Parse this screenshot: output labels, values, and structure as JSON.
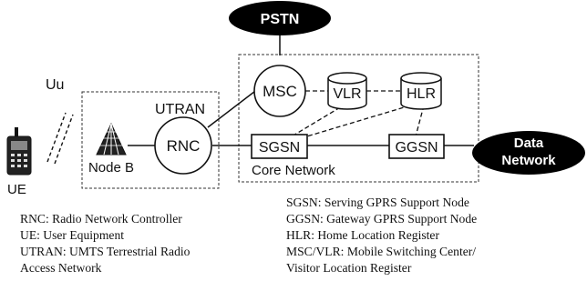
{
  "nodes": {
    "pstn": "PSTN",
    "msc": "MSC",
    "vlr": "VLR",
    "hlr": "HLR",
    "rnc": "RNC",
    "sgsn": "SGSN",
    "ggsn": "GGSN",
    "data_network_line1": "Data",
    "data_network_line2": "Network",
    "node_b": "Node B",
    "ue": "UE"
  },
  "region_labels": {
    "uu": "Uu",
    "utran": "UTRAN",
    "core_network": "Core Network"
  },
  "legend_left": [
    "RNC: Radio Network Controller",
    "UE: User Equipment",
    "UTRAN: UMTS Terrestrial Radio",
    "Access Network"
  ],
  "legend_right": [
    "SGSN: Serving GPRS Support Node",
    "GGSN: Gateway GPRS Support Node",
    "HLR: Home Location Register",
    "MSC/VLR: Mobile Switching Center/",
    "Visitor Location Register"
  ],
  "colors": {
    "cloud_fill": "#000000",
    "cloud_text": "#ffffff",
    "line": "#111111"
  }
}
